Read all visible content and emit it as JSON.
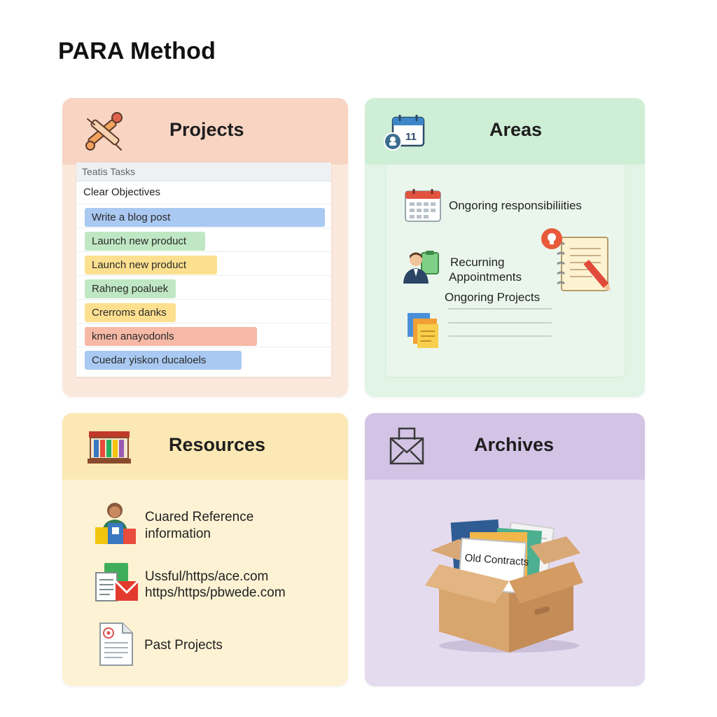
{
  "title": "PARA Method",
  "colors": {
    "projects": "#f8d5c3",
    "areas": "#cfeed6",
    "resources": "#fce8b4",
    "archives": "#d3c4e6"
  },
  "projects": {
    "title": "Projects",
    "icon": "tools-icon",
    "panel_header": "Teatis Tasks",
    "subheader": "Clear Objectives",
    "tasks": [
      {
        "label": "Write a blog post",
        "color": "#a9c9f2"
      },
      {
        "label": "Launch new product",
        "color": "#bfe7c3"
      },
      {
        "label": "Launch new product",
        "color": "#fde08f"
      },
      {
        "label": "Rahneg poaluek",
        "color": "#bfe7c3"
      },
      {
        "label": "Crerroms danks",
        "color": "#fde08f"
      },
      {
        "label": "kmen anayodonls",
        "color": "#f6b9a6"
      },
      {
        "label": "Cuedar yiskon ducaloels",
        "color": "#a9c9f2"
      }
    ]
  },
  "areas": {
    "title": "Areas",
    "icon": "calendar-clock-icon",
    "items": [
      "Ongoring responsibiliities",
      "Recurning",
      "Appointments",
      "Ongoring Projects"
    ]
  },
  "resources": {
    "title": "Resources",
    "icon": "library-icon",
    "items": [
      "Cuared Reference",
      "information",
      "Ussful/https/ace.com",
      "https/https/pbwede.com",
      "Past Projects"
    ]
  },
  "archives": {
    "title": "Archives",
    "icon": "envelope-icon",
    "box_label": "Old Contracts"
  }
}
